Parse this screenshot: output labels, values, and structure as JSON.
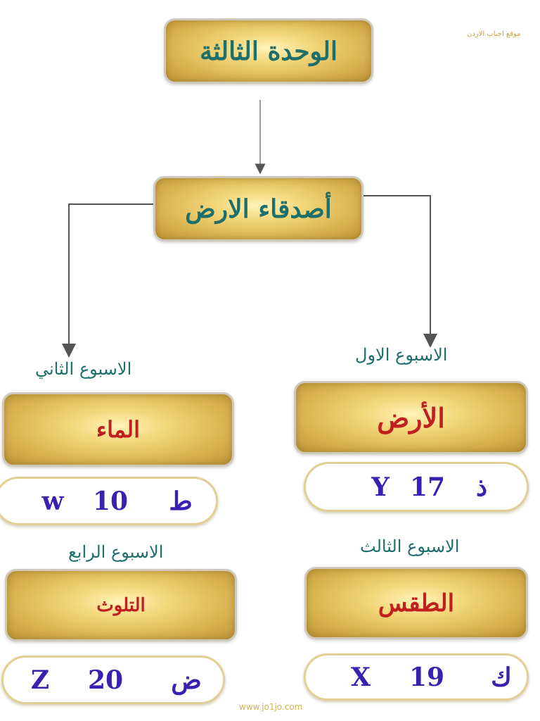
{
  "watermark_top": "موقع احباب الاردن",
  "watermark_bottom": "www.jo1jo.com",
  "unit": {
    "title": "الوحدة الثالثة"
  },
  "theme": {
    "title": "أصدقاء الارض"
  },
  "weeks": {
    "week1": {
      "label": "الاسبوع الاول",
      "topic": "الأرض",
      "letters": [
        "ذ",
        "17",
        "Y"
      ]
    },
    "week2": {
      "label": "الاسبوع الثاني",
      "topic": "الماء",
      "letters": [
        "ط",
        "10",
        "w"
      ]
    },
    "week3": {
      "label": "الاسبوع الثالث",
      "topic": "الطقس",
      "letters": [
        "ك",
        "19",
        "X"
      ]
    },
    "week4": {
      "label": "الاسبوع الرابع",
      "topic": "التلوث",
      "letters": [
        "ض",
        "20",
        "Z"
      ]
    }
  },
  "colors": {
    "title_text": "#1e6f6b",
    "topic_text": "#c01f1f",
    "letters_text": "#3b1fb0",
    "box_gold": "#dcb654"
  }
}
